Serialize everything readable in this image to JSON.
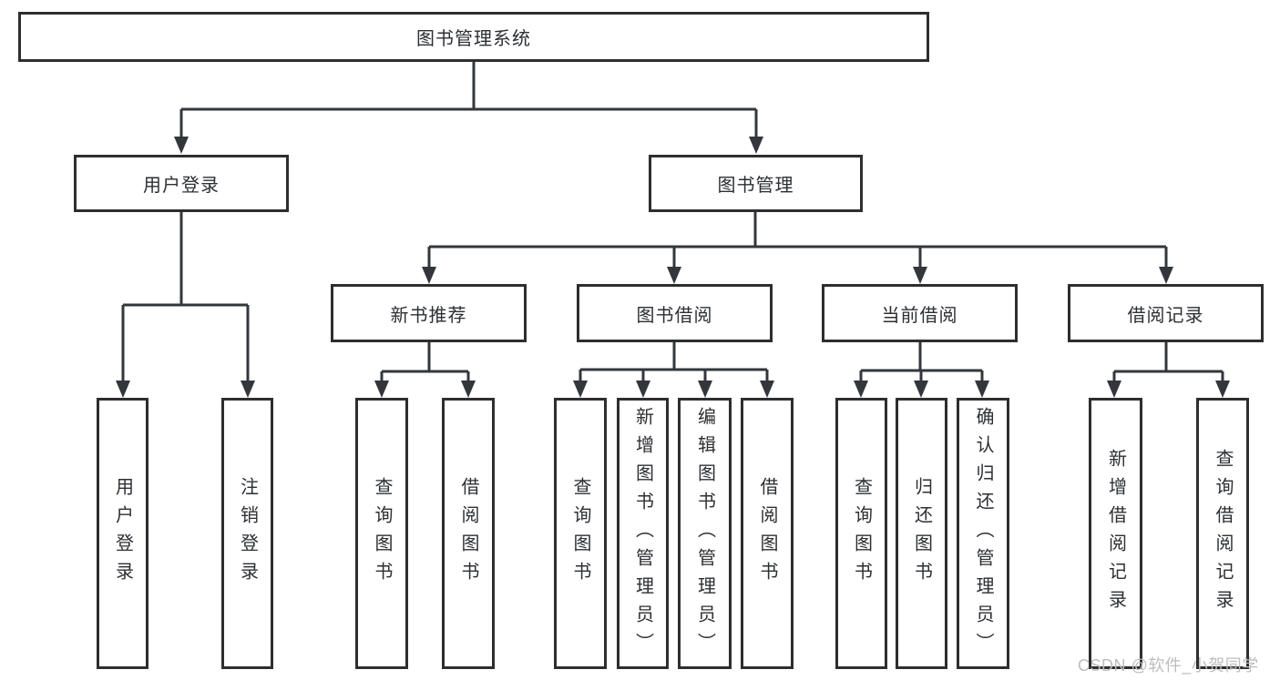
{
  "diagram": {
    "root": {
      "label": "图书管理系统"
    },
    "level2": [
      {
        "label": "用户登录",
        "leaves": [
          "用户登录",
          "注销登录"
        ]
      },
      {
        "label": "图书管理"
      }
    ],
    "level3": [
      {
        "label": "新书推荐",
        "leaves": [
          "查询图书",
          "借阅图书"
        ]
      },
      {
        "label": "图书借阅",
        "leaves": [
          "查询图书",
          "新增图书（管理员）",
          "编辑图书（管理员）",
          "借阅图书"
        ]
      },
      {
        "label": "当前借阅",
        "leaves": [
          "查询图书",
          "归还图书",
          "确认归还（管理员）"
        ]
      },
      {
        "label": "借阅记录",
        "leaves": [
          "新增借阅记录",
          "查询借阅记录"
        ]
      }
    ],
    "watermark": {
      "text": "CSDN @软件_小贺同学"
    },
    "colors": {
      "line": "#33373c",
      "box_border": "#2e2e2e",
      "text": "#2c2f33",
      "watermark": "#bdbdbd",
      "background": "#ffffff"
    }
  }
}
